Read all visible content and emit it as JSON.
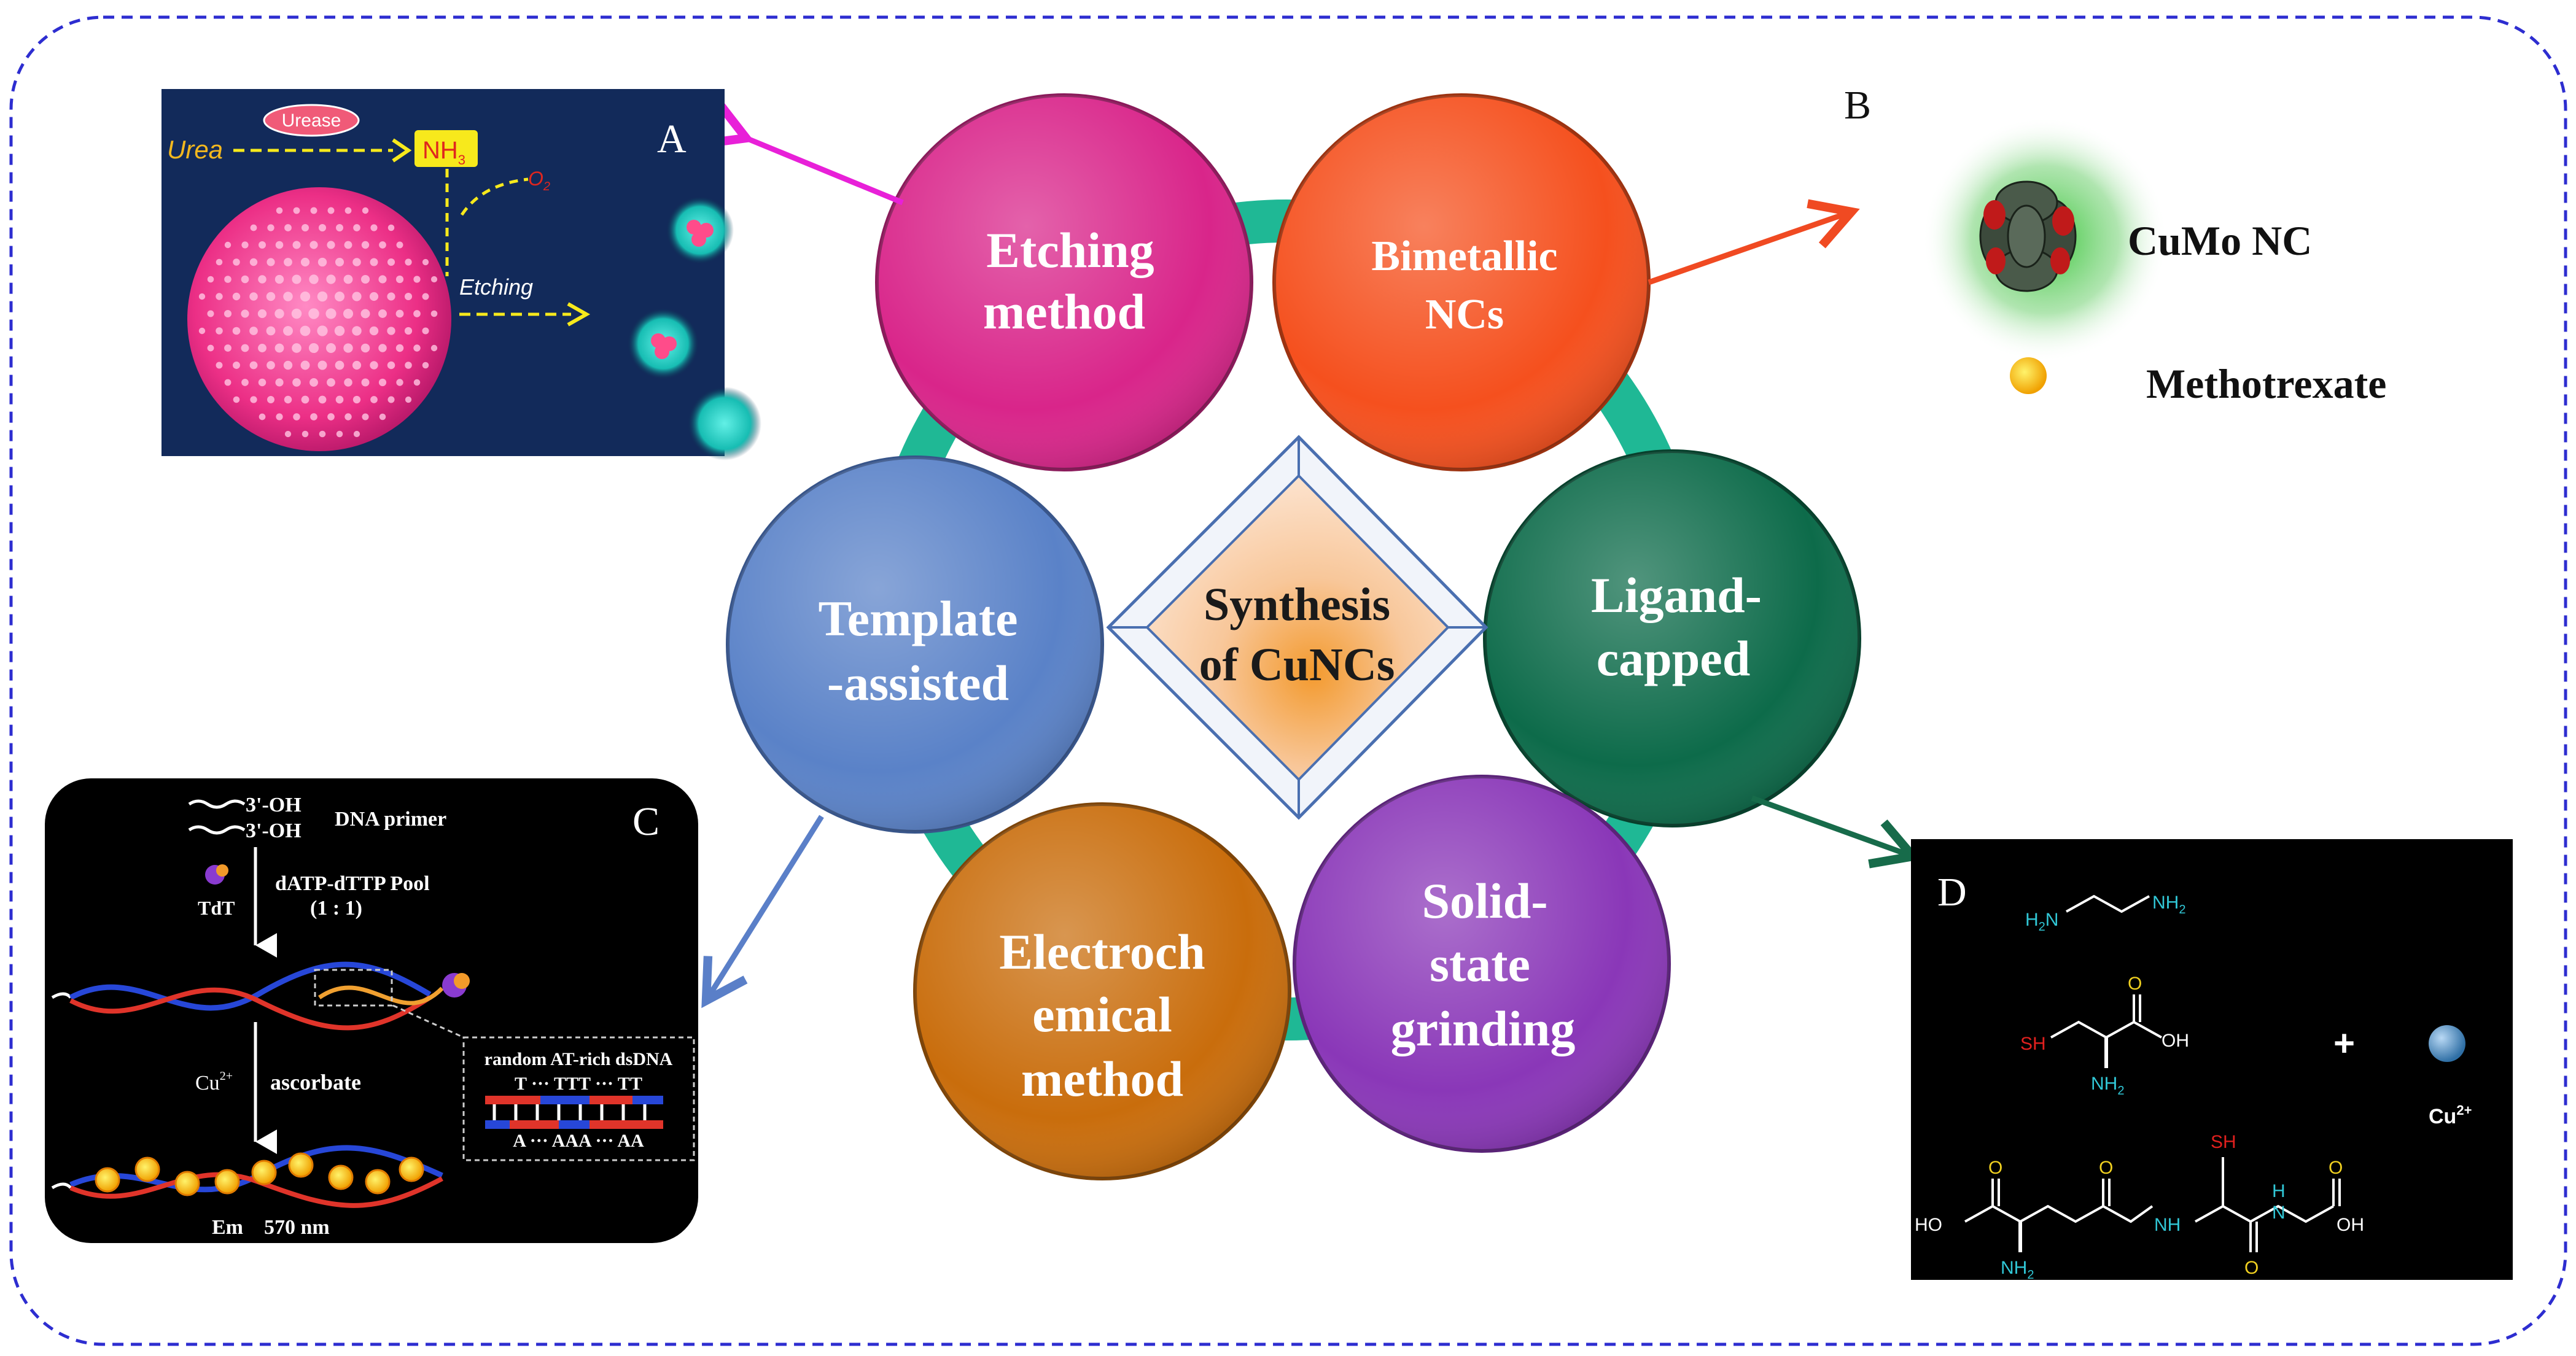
{
  "center": {
    "line1": "Synthesis",
    "line2": "of CuNCs"
  },
  "methods": [
    {
      "id": "etching",
      "lines": [
        "Etching",
        "method"
      ],
      "color": "#d9258a"
    },
    {
      "id": "bimetallic",
      "lines": [
        "Bimetallic",
        "NCs"
      ],
      "color": "#f5501e"
    },
    {
      "id": "ligand",
      "lines": [
        "Ligand-",
        "capped"
      ],
      "color": "#0d6b4a"
    },
    {
      "id": "solid",
      "lines": [
        "Solid-",
        "state",
        "grinding"
      ],
      "color": "#8a37b8"
    },
    {
      "id": "electro",
      "lines": [
        "Electroch",
        "emical",
        "method"
      ],
      "color": "#c96d0c"
    },
    {
      "id": "template",
      "lines": [
        "Template",
        "-assisted"
      ],
      "color": "#5a82c8"
    }
  ],
  "panel_a": {
    "letter": "A",
    "urease": "Urease",
    "urea": "Urea",
    "nh3": "NH",
    "nh3_sub": "3",
    "o2": "O",
    "o2_sub": "2",
    "etching": "Etching"
  },
  "panel_b": {
    "letter": "B",
    "cumo": "CuMo NC",
    "methotrexate": "Methotrexate"
  },
  "panel_c": {
    "letter": "C",
    "oh1": "3'-OH",
    "oh2": "3'-OH",
    "primer": "DNA primer",
    "pool": "dATP-dTTP Pool",
    "ratio": "(1 : 1)",
    "tdt": "TdT",
    "cu": "Cu",
    "cu_sup": "2+",
    "ascorbate": "ascorbate",
    "dsdna": "random AT-rich dsDNA",
    "seq_top": "T ··· TTT ··· TT",
    "seq_bottom": "A ··· AAA ··· AA",
    "em": "Em    570 nm"
  },
  "panel_d": {
    "letter": "D",
    "h2n": "H",
    "h2n_sub": "2",
    "h2n_n": "N",
    "nh2_a": "NH",
    "nh2_a_sub": "2",
    "sh1": "SH",
    "oh_a": "OH",
    "o_a": "O",
    "nh2_b": "NH",
    "nh2_b_sub": "2",
    "plus": "+",
    "cu": "Cu",
    "cu_sup": "2+",
    "sh2": "SH",
    "ho": "HO",
    "o1": "O",
    "o2": "O",
    "o3": "O",
    "o4": "O",
    "nh1": "NH",
    "h1": "H",
    "n1": "N",
    "oh_b": "OH",
    "nh2_c": "NH",
    "nh2_c_sub": "2"
  }
}
